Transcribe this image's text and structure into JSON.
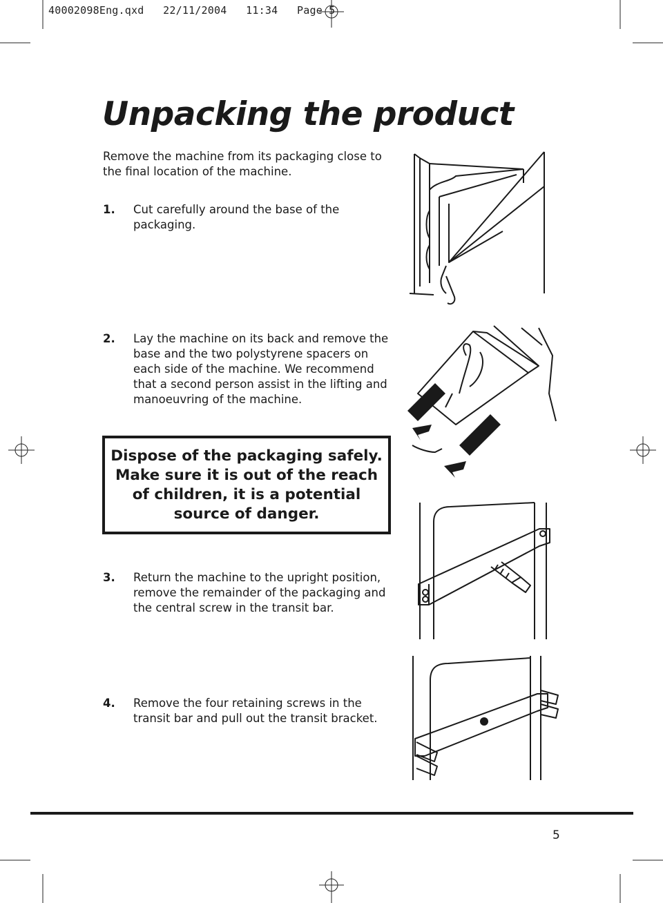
{
  "slug_line": "40002098Eng.qxd   22/11/2004   11:34   Page 5",
  "title": "Unpacking the product",
  "intro": "Remove the machine from its packaging close to the final location of the machine.",
  "steps": [
    {
      "num": "1.",
      "text": "Cut carefully around the base of the packaging."
    },
    {
      "num": "2.",
      "text": "Lay the machine on its back and remove the base and the two polystyrene spacers on each side of the machine. We recommend that a second person assist in the lifting and manoeuvring of the machine."
    },
    {
      "num": "3.",
      "text": "Return the machine to the upright position, remove the remainder of the packaging and the central screw in the transit bar."
    },
    {
      "num": "4.",
      "text": "Remove the four retaining screws in the transit bar and pull out the transit bracket."
    }
  ],
  "warning": "Dispose of the packaging safely. Make sure it is out of the reach of children, it is a potential source of danger.",
  "page_number": "5",
  "colors": {
    "ink": "#1a1a1a",
    "paper": "#ffffff"
  }
}
